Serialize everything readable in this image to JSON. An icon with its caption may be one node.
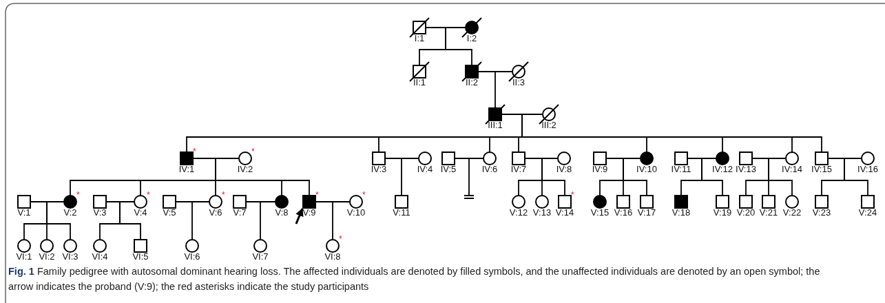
{
  "diagram": {
    "caption": "**Fig. 1** Family pedigree with autosomal dominant hearing loss. The affected individuals are denoted by filled symbols, and the unaffected individuals are denoted by an open symbol; the arrow indicates the proband (V:9); the red asterisks indicate the study participants",
    "nodes": [
      {
        "text": [
          "I:1"
        ]
      },
      {
        "text": [
          "I:2"
        ]
      },
      {
        "text": [
          "II:1"
        ]
      },
      {
        "text": [
          "II:2"
        ]
      },
      {
        "text": [
          "II:3"
        ]
      },
      {
        "text": [
          "III:1"
        ]
      },
      {
        "text": [
          "III:2"
        ]
      },
      {
        "text": [
          "IV:1"
        ],
        "beside": [
          "*"
        ]
      },
      {
        "text": [
          "IV:2"
        ],
        "beside": [
          "*"
        ]
      },
      {
        "text": [
          "IV:3"
        ]
      },
      {
        "text": [
          "IV:4"
        ]
      },
      {
        "text": [
          "IV:5"
        ]
      },
      {
        "text": [
          "IV:6"
        ]
      },
      {
        "text": [
          "IV:7"
        ]
      },
      {
        "text": [
          "IV:8"
        ]
      },
      {
        "text": [
          "IV:9"
        ]
      },
      {
        "text": [
          "IV:10"
        ]
      },
      {
        "text": [
          "IV:11"
        ]
      },
      {
        "text": [
          "IV:12"
        ]
      },
      {
        "text": [
          "IV:13"
        ]
      },
      {
        "text": [
          "IV:14"
        ]
      },
      {
        "text": [
          "IV:15"
        ]
      },
      {
        "text": [
          "IV:16"
        ]
      },
      {
        "text": [
          "V:1"
        ]
      },
      {
        "text": [
          "V:2"
        ],
        "beside": [
          "*"
        ]
      },
      {
        "text": [
          "V:3"
        ]
      },
      {
        "text": [
          "V:4"
        ],
        "beside": [
          "*"
        ]
      },
      {
        "text": [
          "V:5"
        ]
      },
      {
        "text": [
          "V:6"
        ],
        "beside": [
          "*"
        ]
      },
      {
        "text": [
          "V:7"
        ]
      },
      {
        "text": [
          "V:8"
        ]
      },
      {
        "text": [
          "V:9"
        ],
        "beside": [
          "*"
        ]
      },
      {
        "text": [
          "V:10"
        ],
        "beside": [
          "*"
        ]
      },
      {
        "text": [
          "V:11"
        ]
      },
      {
        "text": [],
        "shape": "bar"
      },
      {
        "text": [
          "V:12"
        ]
      },
      {
        "text": [
          "V:13"
        ]
      },
      {
        "text": [
          "V:14"
        ],
        "beside": [
          "*"
        ]
      },
      {
        "text": [
          "V:15"
        ]
      },
      {
        "text": [
          "V:16"
        ]
      },
      {
        "text": [
          "V:17"
        ]
      },
      {
        "text": [
          "V:18"
        ]
      },
      {
        "text": [
          "V:19"
        ]
      },
      {
        "text": [
          "V:20"
        ]
      },
      {
        "text": [
          "V:21"
        ]
      },
      {
        "text": [
          "V:22"
        ]
      },
      {
        "text": [
          "V:23"
        ]
      },
      {
        "text": [
          "V:24"
        ]
      },
      {
        "text": [
          "VI:1"
        ]
      },
      {
        "text": [
          "VI:2"
        ]
      },
      {
        "text": [
          "VI:3"
        ]
      },
      {
        "text": [
          "VI:4"
        ]
      },
      {
        "text": [
          "VI:5"
        ]
      },
      {
        "text": [
          "VI:6"
        ]
      },
      {
        "text": [
          "VI:7"
        ]
      },
      {
        "text": [
          "VI:8"
        ],
        "beside": [
          "*"
        ]
      }
    ],
    "edges": [
      {
        "from": 0,
        "to": 1,
        "arrow": "none"
      },
      {
        "from": 3,
        "to": 4,
        "arrow": "none"
      },
      {
        "from": 5,
        "to": 6,
        "arrow": "none"
      },
      {
        "from": 7,
        "to": 8,
        "arrow": "none"
      },
      {
        "from": 9,
        "to": 10,
        "arrow": "none"
      },
      {
        "from": 11,
        "to": 12,
        "arrow": "none"
      },
      {
        "from": 13,
        "to": 14,
        "arrow": "none"
      },
      {
        "from": 15,
        "to": 16,
        "arrow": "none"
      },
      {
        "from": 17,
        "to": 18,
        "arrow": "none"
      },
      {
        "from": 19,
        "to": 20,
        "arrow": "none"
      },
      {
        "from": 21,
        "to": 22,
        "arrow": "none"
      },
      {
        "from": 23,
        "to": 24,
        "arrow": "none"
      },
      {
        "from": 25,
        "to": 26,
        "arrow": "none"
      },
      {
        "from": 27,
        "to": 28,
        "arrow": "none"
      },
      {
        "from": 29,
        "to": 30,
        "arrow": "none"
      },
      {
        "from": 31,
        "to": 32,
        "arrow": "none"
      },
      {
        "from": 0,
        "to": 2,
        "arrow": "none"
      },
      {
        "from": 0,
        "to": 3,
        "arrow": "none"
      },
      {
        "from": 3,
        "to": 5,
        "arrow": "none"
      },
      {
        "from": 5,
        "to": 7,
        "arrow": "none"
      },
      {
        "from": 5,
        "to": 9,
        "arrow": "none"
      },
      {
        "from": 5,
        "to": 12,
        "arrow": "none"
      },
      {
        "from": 5,
        "to": 13,
        "arrow": "none"
      },
      {
        "from": 5,
        "to": 16,
        "arrow": "none"
      },
      {
        "from": 5,
        "to": 18,
        "arrow": "none"
      },
      {
        "from": 5,
        "to": 20,
        "arrow": "none"
      },
      {
        "from": 5,
        "to": 21,
        "arrow": "none"
      },
      {
        "from": 7,
        "to": 24,
        "arrow": "none"
      },
      {
        "from": 7,
        "to": 26,
        "arrow": "none"
      },
      {
        "from": 7,
        "to": 28,
        "arrow": "none"
      },
      {
        "from": 7,
        "to": 30,
        "arrow": "none"
      },
      {
        "from": 7,
        "to": 31,
        "arrow": "none"
      },
      {
        "from": 9,
        "to": 33,
        "arrow": "none"
      },
      {
        "from": 11,
        "to": 34,
        "arrow": "none"
      },
      {
        "from": 13,
        "to": 35,
        "arrow": "none"
      },
      {
        "from": 13,
        "to": 36,
        "arrow": "none"
      },
      {
        "from": 13,
        "to": 37,
        "arrow": "none"
      },
      {
        "from": 15,
        "to": 38,
        "arrow": "none"
      },
      {
        "from": 15,
        "to": 39,
        "arrow": "none"
      },
      {
        "from": 15,
        "to": 40,
        "arrow": "none"
      },
      {
        "from": 17,
        "to": 41,
        "arrow": "none"
      },
      {
        "from": 17,
        "to": 42,
        "arrow": "none"
      },
      {
        "from": 19,
        "to": 43,
        "arrow": "none"
      },
      {
        "from": 19,
        "to": 44,
        "arrow": "none"
      },
      {
        "from": 19,
        "to": 45,
        "arrow": "none"
      },
      {
        "from": 21,
        "to": 46,
        "arrow": "none"
      },
      {
        "from": 21,
        "to": 47,
        "arrow": "none"
      },
      {
        "from": 23,
        "to": 48,
        "arrow": "none"
      },
      {
        "from": 23,
        "to": 49,
        "arrow": "none"
      },
      {
        "from": 23,
        "to": 50,
        "arrow": "none"
      },
      {
        "from": 25,
        "to": 51,
        "arrow": "none"
      },
      {
        "from": 25,
        "to": 52,
        "arrow": "none"
      },
      {
        "from": 27,
        "to": 53,
        "arrow": "none"
      },
      {
        "from": 29,
        "to": 54,
        "arrow": "none"
      },
      {
        "from": 31,
        "to": 55,
        "arrow": "none"
      },
      {
        "from": null,
        "to": 31,
        "arrow": "to"
      }
    ]
  }
}
